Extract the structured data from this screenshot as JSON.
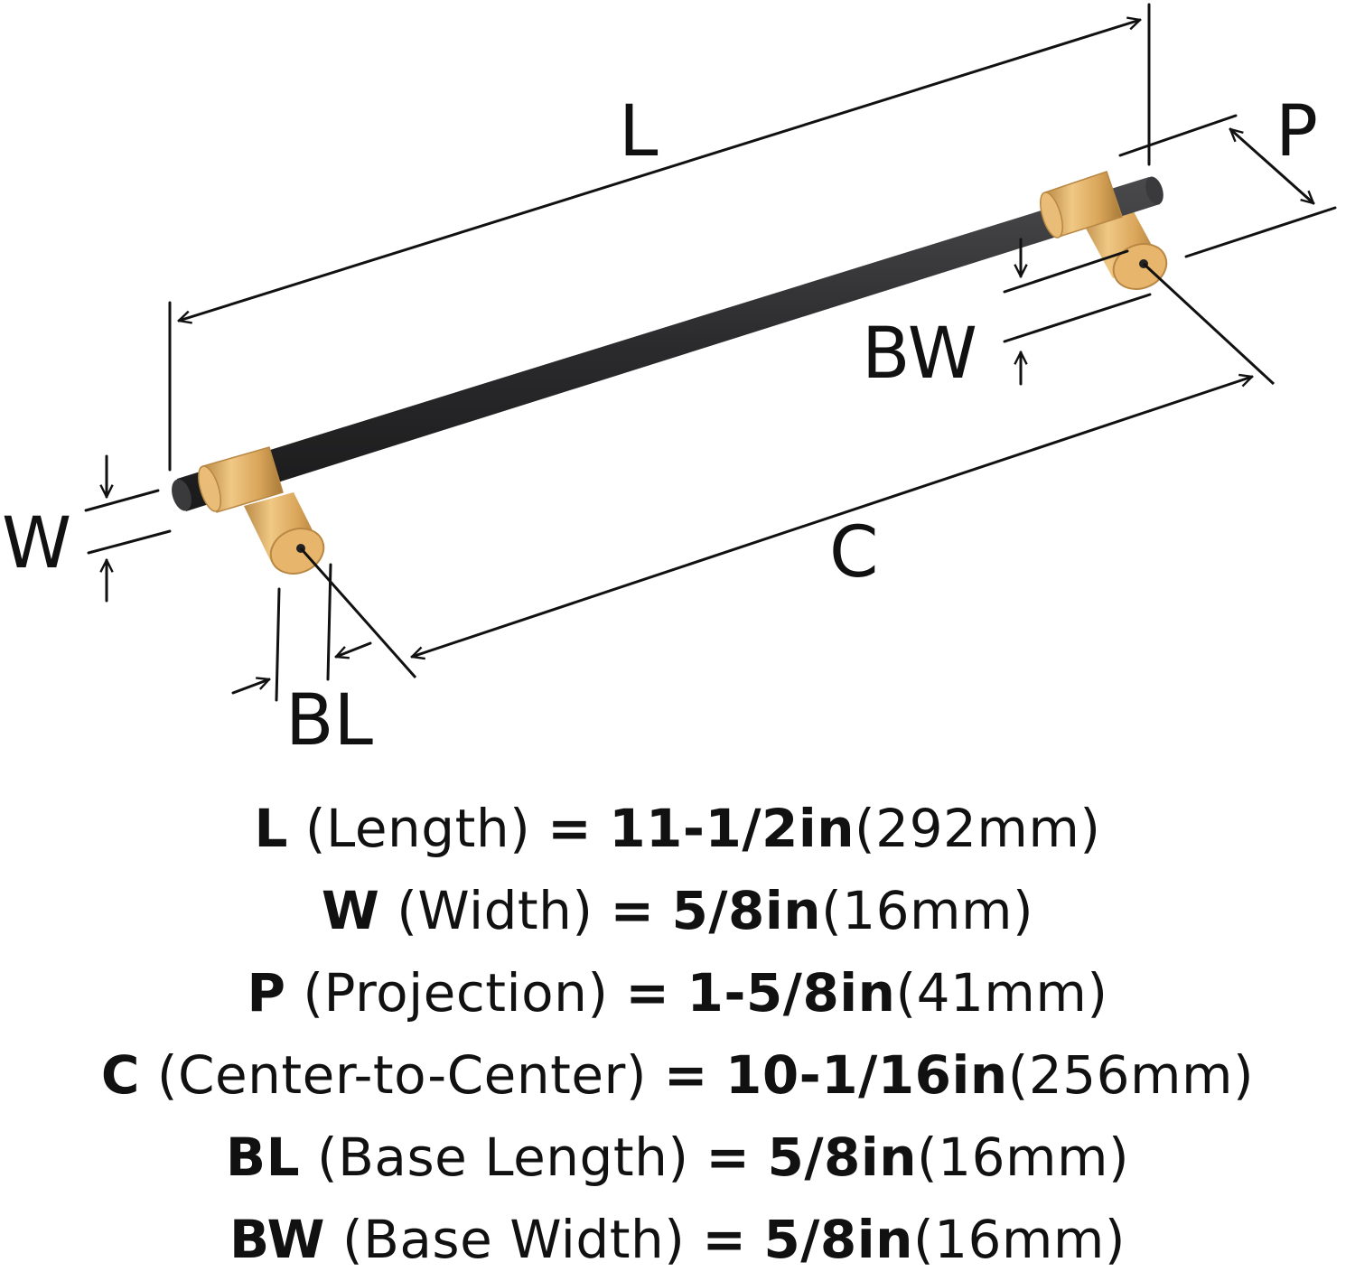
{
  "diagram_labels": {
    "length": "L",
    "width": "W",
    "projection": "P",
    "center_to_center": "C",
    "base_length": "BL",
    "base_width": "BW"
  },
  "colors": {
    "bar": "#2b2b2d",
    "brass": "#d9a55a",
    "line": "#111111"
  },
  "specs": [
    {
      "abbr": "L",
      "name": "(Length)",
      "eq": "=",
      "imperial": "11-1/2in",
      "metric": "(292mm)"
    },
    {
      "abbr": "W",
      "name": "(Width)",
      "eq": "=",
      "imperial": "5/8in",
      "metric": "(16mm)"
    },
    {
      "abbr": "P",
      "name": "(Projection)",
      "eq": "=",
      "imperial": "1-5/8in",
      "metric": "(41mm)"
    },
    {
      "abbr": "C",
      "name": "(Center-to-Center)",
      "eq": "=",
      "imperial": "10-1/16in",
      "metric": "(256mm)"
    },
    {
      "abbr": "BL",
      "name": "(Base Length)",
      "eq": "=",
      "imperial": "5/8in",
      "metric": "(16mm)"
    },
    {
      "abbr": "BW",
      "name": "(Base Width)",
      "eq": "=",
      "imperial": "5/8in",
      "metric": "(16mm)"
    }
  ]
}
